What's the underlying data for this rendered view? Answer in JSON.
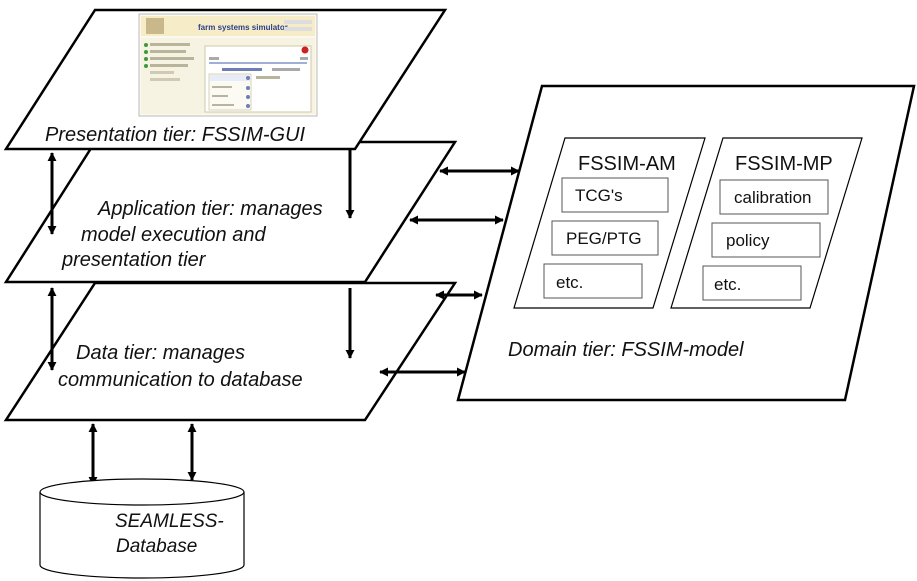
{
  "diagram": {
    "presentation_tier_label": "Presentation tier: FSSIM-GUI",
    "application_tier_lines": [
      "Application tier: manages",
      "model execution and",
      "presentation tier"
    ],
    "data_tier_lines": [
      "Data tier: manages",
      "communication to database"
    ],
    "domain_tier_label": "Domain tier: FSSIM-model",
    "am_group": {
      "title": "FSSIM-AM",
      "items": [
        "TCG's",
        "PEG/PTG",
        "etc."
      ]
    },
    "mp_group": {
      "title": "FSSIM-MP",
      "items": [
        "calibration",
        "policy",
        "etc."
      ]
    },
    "database_lines": [
      "SEAMLESS-",
      "Database"
    ],
    "screenshot": {
      "title": "farm systems simulator"
    }
  },
  "colors": {
    "stroke": "#000000",
    "screenshot_header": "#f6edc8",
    "screenshot_body": "#f7f3e2",
    "screenshot_green": "#3c9a3c",
    "screenshot_red": "#cc2222"
  }
}
